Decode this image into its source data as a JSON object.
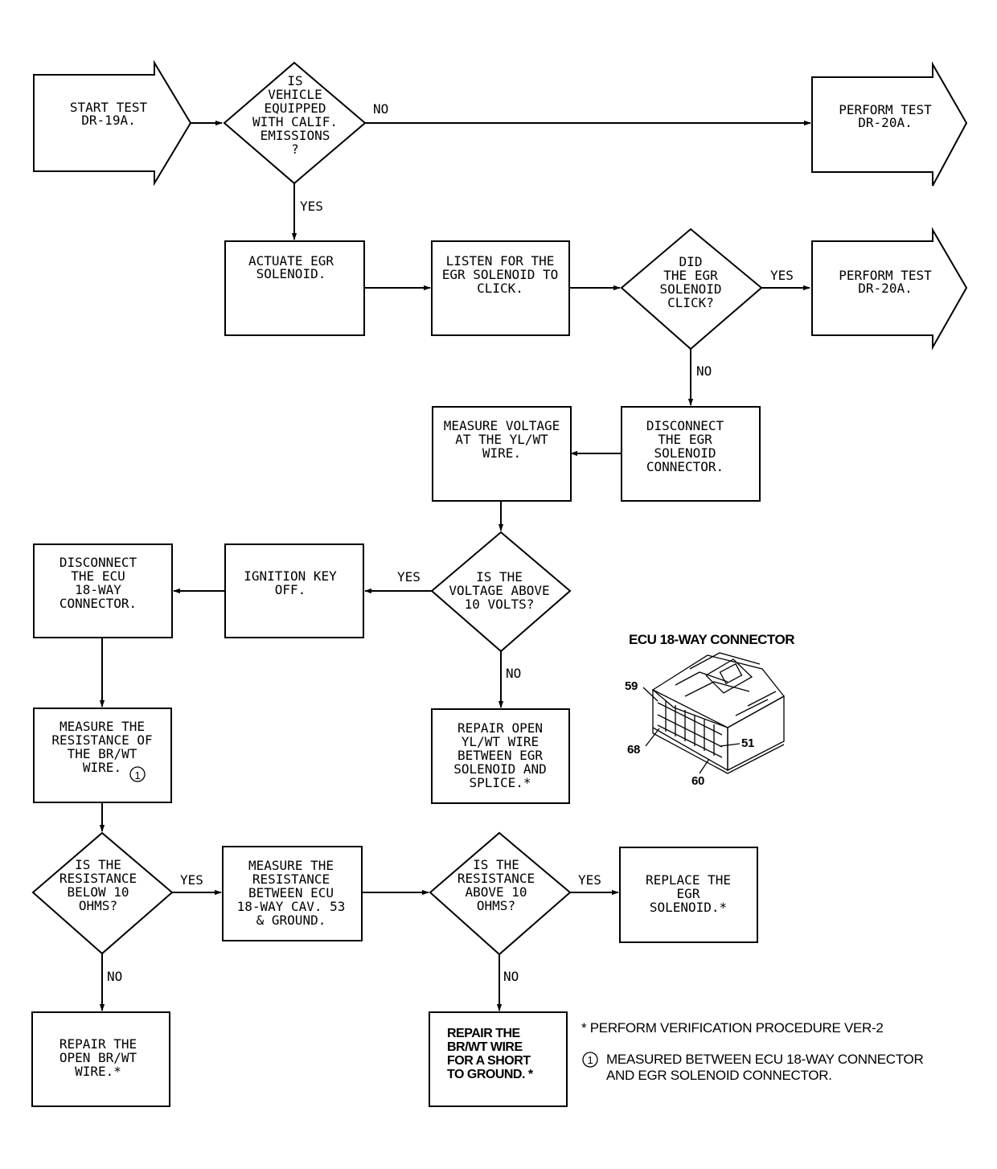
{
  "nodes": {
    "start": [
      "START TEST",
      "DR-19A."
    ],
    "q_calif": [
      "IS",
      "VEHICLE",
      "EQUIPPED",
      "WITH CALIF.",
      "EMISSIONS",
      "?"
    ],
    "perform1": [
      "PERFORM TEST",
      "DR-20A."
    ],
    "actuate": [
      "ACTUATE EGR",
      "SOLENOID."
    ],
    "listen": [
      "LISTEN FOR THE",
      "EGR SOLENOID TO",
      "CLICK."
    ],
    "q_click": [
      "DID",
      "THE EGR",
      "SOLENOID",
      "CLICK?"
    ],
    "perform2": [
      "PERFORM TEST",
      "DR-20A."
    ],
    "disconnect_egr": [
      "DISCONNECT",
      "THE EGR",
      "SOLENOID",
      "CONNECTOR."
    ],
    "measure_voltage": [
      "MEASURE VOLTAGE",
      "AT THE YL/WT",
      "WIRE."
    ],
    "q_voltage": [
      "IS THE",
      "VOLTAGE ABOVE",
      "10 VOLTS?"
    ],
    "ignition": [
      "IGNITION KEY",
      "OFF."
    ],
    "disconnect_ecu": [
      "DISCONNECT",
      "THE ECU",
      "18-WAY",
      "CONNECTOR."
    ],
    "repair_yl": [
      "REPAIR OPEN",
      "YL/WT WIRE",
      "BETWEEN EGR",
      "SOLENOID AND",
      "SPLICE.*"
    ],
    "measure_res": [
      "MEASURE THE",
      "RESISTANCE OF",
      "THE BR/WT",
      "WIRE."
    ],
    "q_res_below": [
      "IS THE",
      "RESISTANCE",
      "BELOW 10",
      "OHMS?"
    ],
    "measure_cav": [
      "MEASURE THE",
      "RESISTANCE",
      "BETWEEN ECU",
      "18-WAY CAV. 53",
      "& GROUND."
    ],
    "q_res_above": [
      "IS THE",
      "RESISTANCE",
      "ABOVE 10",
      "OHMS?"
    ],
    "replace": [
      "REPLACE THE",
      "EGR",
      "SOLENOID.*"
    ],
    "repair_open": [
      "REPAIR THE",
      "OPEN BR/WT",
      "WIRE.*"
    ],
    "repair_short": [
      "REPAIR THE",
      "BR/WT WIRE",
      "FOR A SHORT",
      "TO GROUND. *"
    ]
  },
  "edge_labels": {
    "calif_no": "NO",
    "calif_yes": "YES",
    "click_yes": "YES",
    "click_no": "NO",
    "voltage_yes": "YES",
    "voltage_no": "NO",
    "below_yes": "YES",
    "below_no": "NO",
    "above_yes": "YES",
    "above_no": "NO"
  },
  "footnote_marker": "1",
  "connector": {
    "title": "ECU 18-WAY CONNECTOR",
    "pins": [
      "59",
      "68",
      "51",
      "60"
    ]
  },
  "notes": {
    "verification": "* PERFORM VERIFICATION PROCEDURE VER-2",
    "measured_line1": "MEASURED BETWEEN ECU 18-WAY CONNECTOR",
    "measured_line2": "AND EGR SOLENOID CONNECTOR.",
    "measured_marker": "1"
  }
}
